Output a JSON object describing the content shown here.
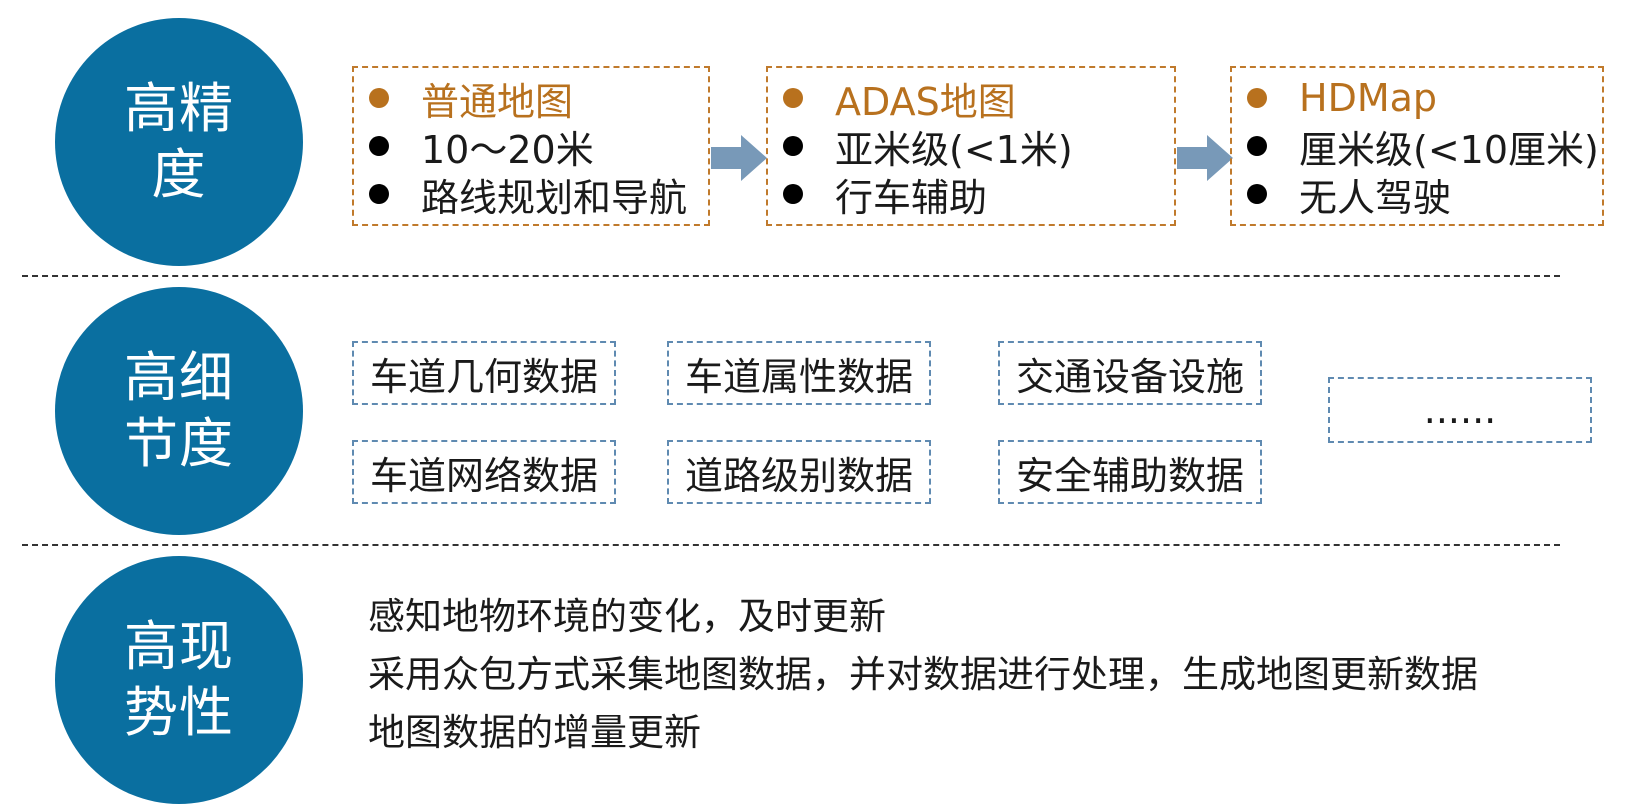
{
  "colors": {
    "circle": "#0a6fa0",
    "accent_orange": "#b8711e",
    "map_border": "#c07a2c",
    "detail_border": "#5f8ab1",
    "arrow": "#7899b8"
  },
  "sections": [
    {
      "label_line1": "高精",
      "label_line2": "度"
    },
    {
      "label_line1": "高细",
      "label_line2": "节度"
    },
    {
      "label_line1": "高现",
      "label_line2": "势性"
    }
  ],
  "precision": {
    "boxes": [
      {
        "title": "普通地图",
        "items": [
          "10～20米",
          "路线规划和导航"
        ]
      },
      {
        "title": "ADAS地图",
        "items": [
          "亚米级(<1米)",
          "行车辅助"
        ]
      },
      {
        "title": "HDMap",
        "items": [
          "厘米级(<10厘米)",
          "无人驾驶"
        ]
      }
    ]
  },
  "detail": {
    "items": [
      "车道几何数据",
      "车道属性数据",
      "交通设备设施",
      "车道网络数据",
      "道路级别数据",
      "安全辅助数据"
    ],
    "more": "......"
  },
  "freshness": {
    "lines": [
      "感知地物环境的变化，及时更新",
      "采用众包方式采集地图数据，并对数据进行处理，生成地图更新数据",
      "地图数据的增量更新"
    ]
  }
}
